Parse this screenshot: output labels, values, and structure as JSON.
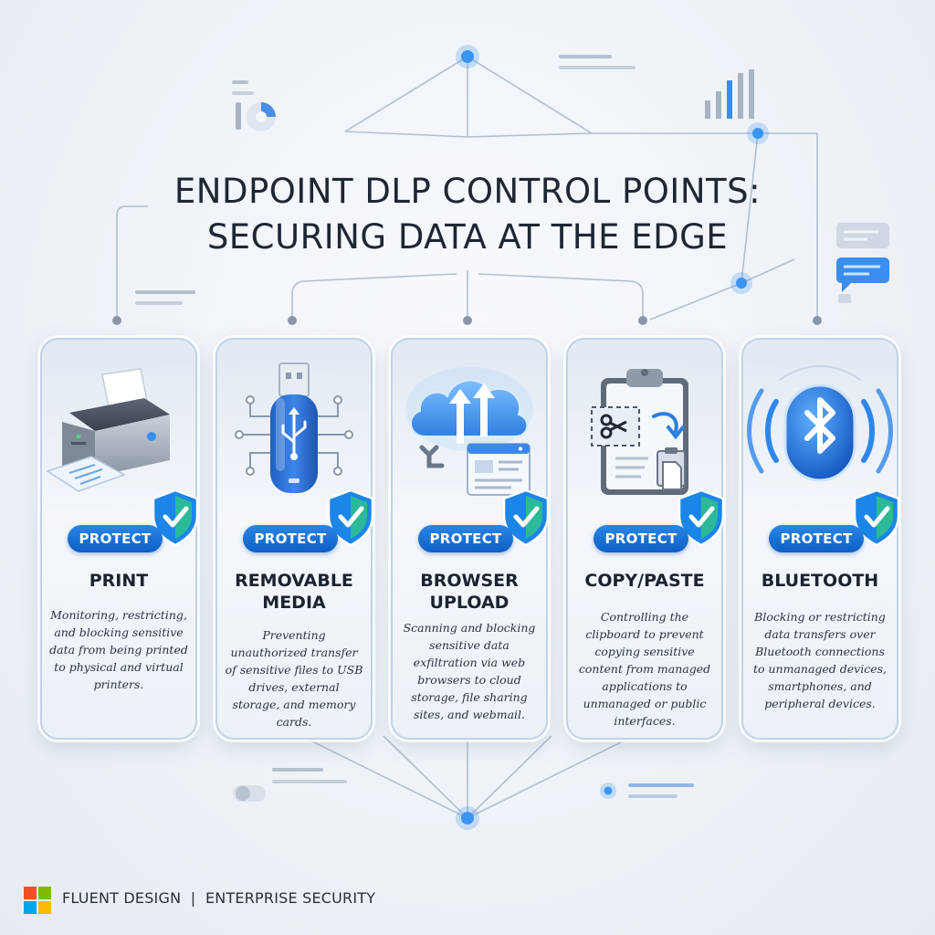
{
  "title": {
    "line1": "ENDPOINT DLP CONTROL POINTS:",
    "line2": "SECURING DATA AT THE EDGE"
  },
  "badge_label": "PROTECT",
  "cards": [
    {
      "title": "PRINT",
      "description": "Monitoring, restricting, and blocking sensitive data from being printed to physical and virtual printers.",
      "icon": "printer-icon"
    },
    {
      "title": "REMOVABLE MEDIA",
      "description": "Preventing unauthorized transfer of sensitive files to USB drives, external storage, and memory cards.",
      "icon": "usb-drive-icon"
    },
    {
      "title": "BROWSER UPLOAD",
      "description": "Scanning and blocking sensitive data exfiltration via web browsers to cloud storage, file sharing sites, and webmail.",
      "icon": "cloud-upload-icon"
    },
    {
      "title": "COPY/PASTE",
      "description": "Controlling the clipboard to prevent copying sensitive content from managed applications to unmanaged or public interfaces.",
      "icon": "clipboard-icon"
    },
    {
      "title": "BLUETOOTH",
      "description": "Blocking or restricting data transfers over Bluetooth connections to unmanaged devices, smartphones, and peripheral devices.",
      "icon": "bluetooth-icon"
    }
  ],
  "footer": {
    "text": "FLUENT DESIGN  |  ENTERPRISE SECURITY"
  },
  "colors": {
    "accent": "#1a73d9",
    "node": "#3b95f0",
    "line": "#a9b7c9",
    "shield": "#1c86e8",
    "check": "#2fbf8f"
  }
}
